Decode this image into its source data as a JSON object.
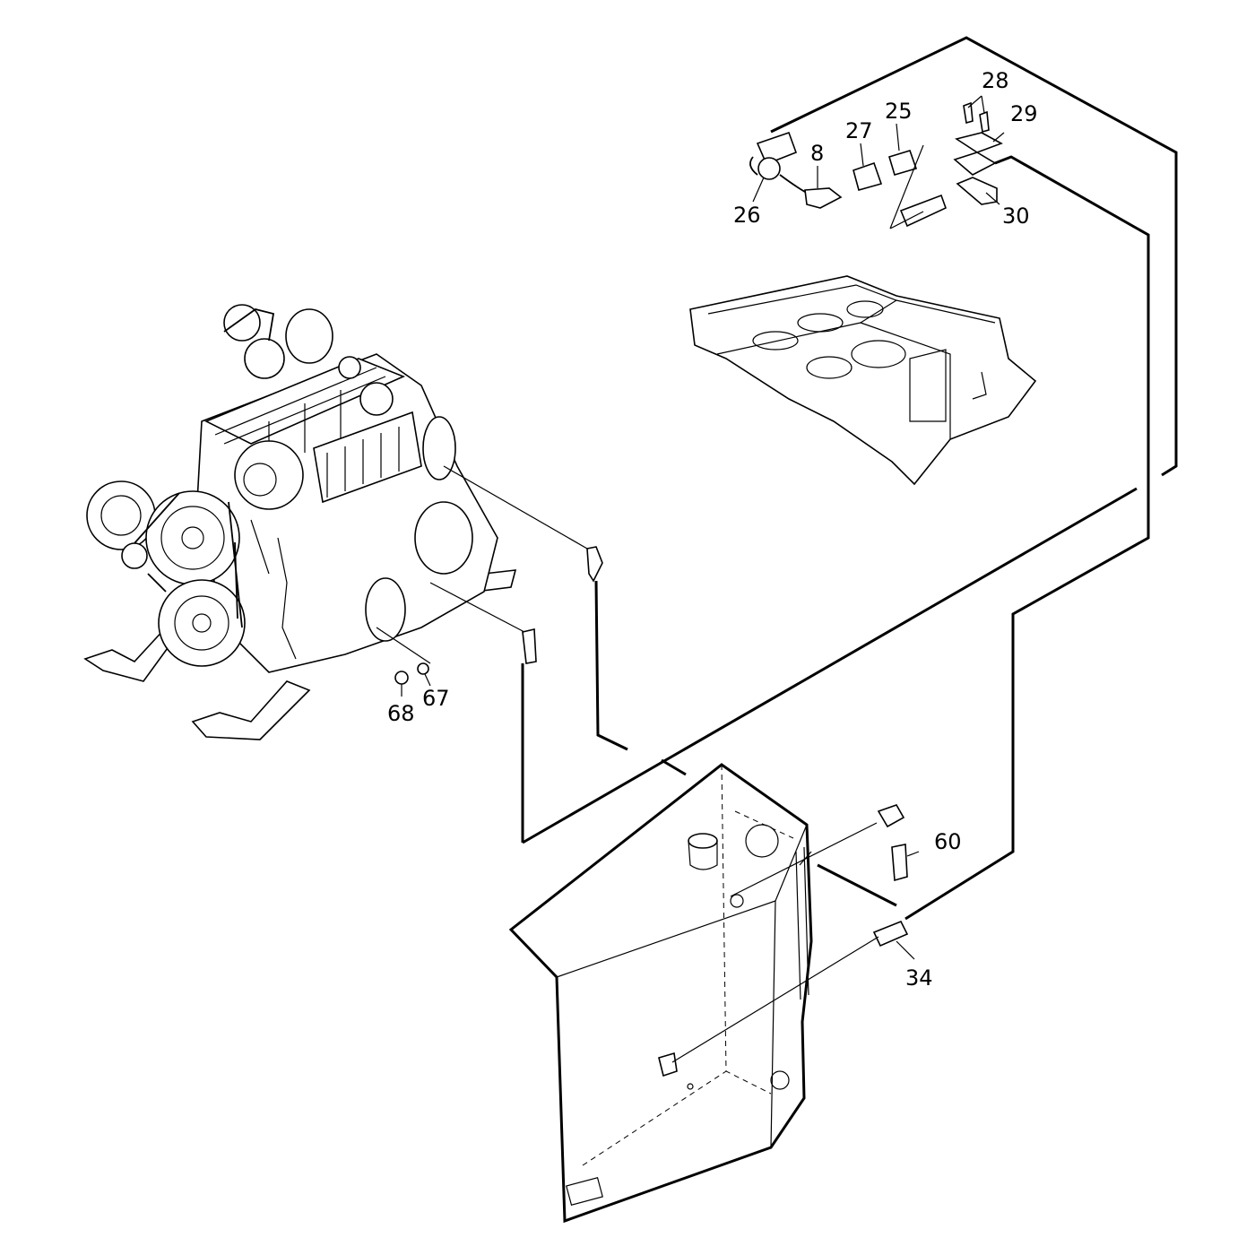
{
  "diagram": {
    "part_labels": {
      "p8": "8",
      "p25": "25",
      "p26": "26",
      "p27": "27",
      "p28": "28",
      "p29": "29",
      "p30": "30",
      "p34": "34",
      "p60": "60",
      "p67": "67",
      "p68": "68"
    }
  }
}
